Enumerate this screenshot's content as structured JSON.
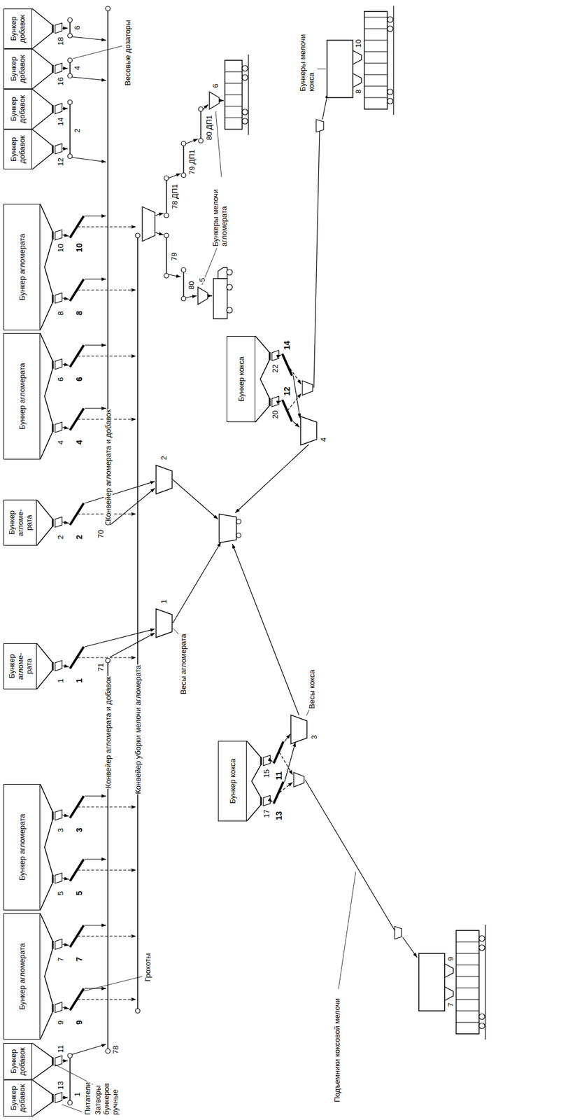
{
  "diagram": {
    "nodes": [
      {
        "text": [
          "Бункер добавок"
        ]
      },
      {
        "text": [
          "Бункер добавок"
        ]
      },
      {
        "text": [
          "Бункер агломерата"
        ]
      },
      {
        "text": [
          "Бункер агломерата"
        ]
      },
      {
        "text": [
          "Бункер агломе- рата"
        ]
      },
      {
        "text": [
          "Бункер агломе- рата"
        ]
      },
      {
        "text": [
          "Бункер агломерата"
        ]
      },
      {
        "text": [
          "Бункер агломерата"
        ]
      },
      {
        "text": [
          "Бункер добавок"
        ]
      },
      {
        "text": [
          "Бункер добавок"
        ]
      },
      {
        "text": [
          "Бункер добавок"
        ]
      },
      {
        "text": [
          "Бункер добавок"
        ]
      },
      {
        "text": [
          "Бункер кокса"
        ]
      },
      {
        "text": [
          "Бункер кокса"
        ]
      }
    ],
    "labels": [
      "13",
      "11",
      "9",
      "7",
      "5",
      "3",
      "1",
      "2",
      "4",
      "6",
      "8",
      "10",
      "12",
      "14",
      "16",
      "18",
      "9",
      "7",
      "5",
      "3",
      "1",
      "2",
      "4",
      "6",
      "8",
      "10",
      "1",
      "2",
      "4",
      "6",
      "71",
      "78",
      "70",
      "Конвейер агломерата и добавок",
      "Конвейер агломерата и добавок",
      "Конвейер уборки мелочи агломерата",
      "1",
      "2",
      "3",
      "4",
      "17",
      "15",
      "20",
      "22",
      "13",
      "11",
      "12",
      "14",
      "78 ДП1",
      "79 ДП1",
      "80 ДП1",
      "79",
      "80",
      "5",
      "6",
      "7",
      "9",
      "8",
      "10",
      "Питатели",
      "Затворы бункеров ручные",
      "Грохоты",
      "Весы агломерата",
      "Весы кокса",
      "Подъемники коксовой мелочи",
      "Весовые дозаторы",
      "Бункеры мелочи кокса",
      "Бункеры мелочи агломерата"
    ]
  }
}
